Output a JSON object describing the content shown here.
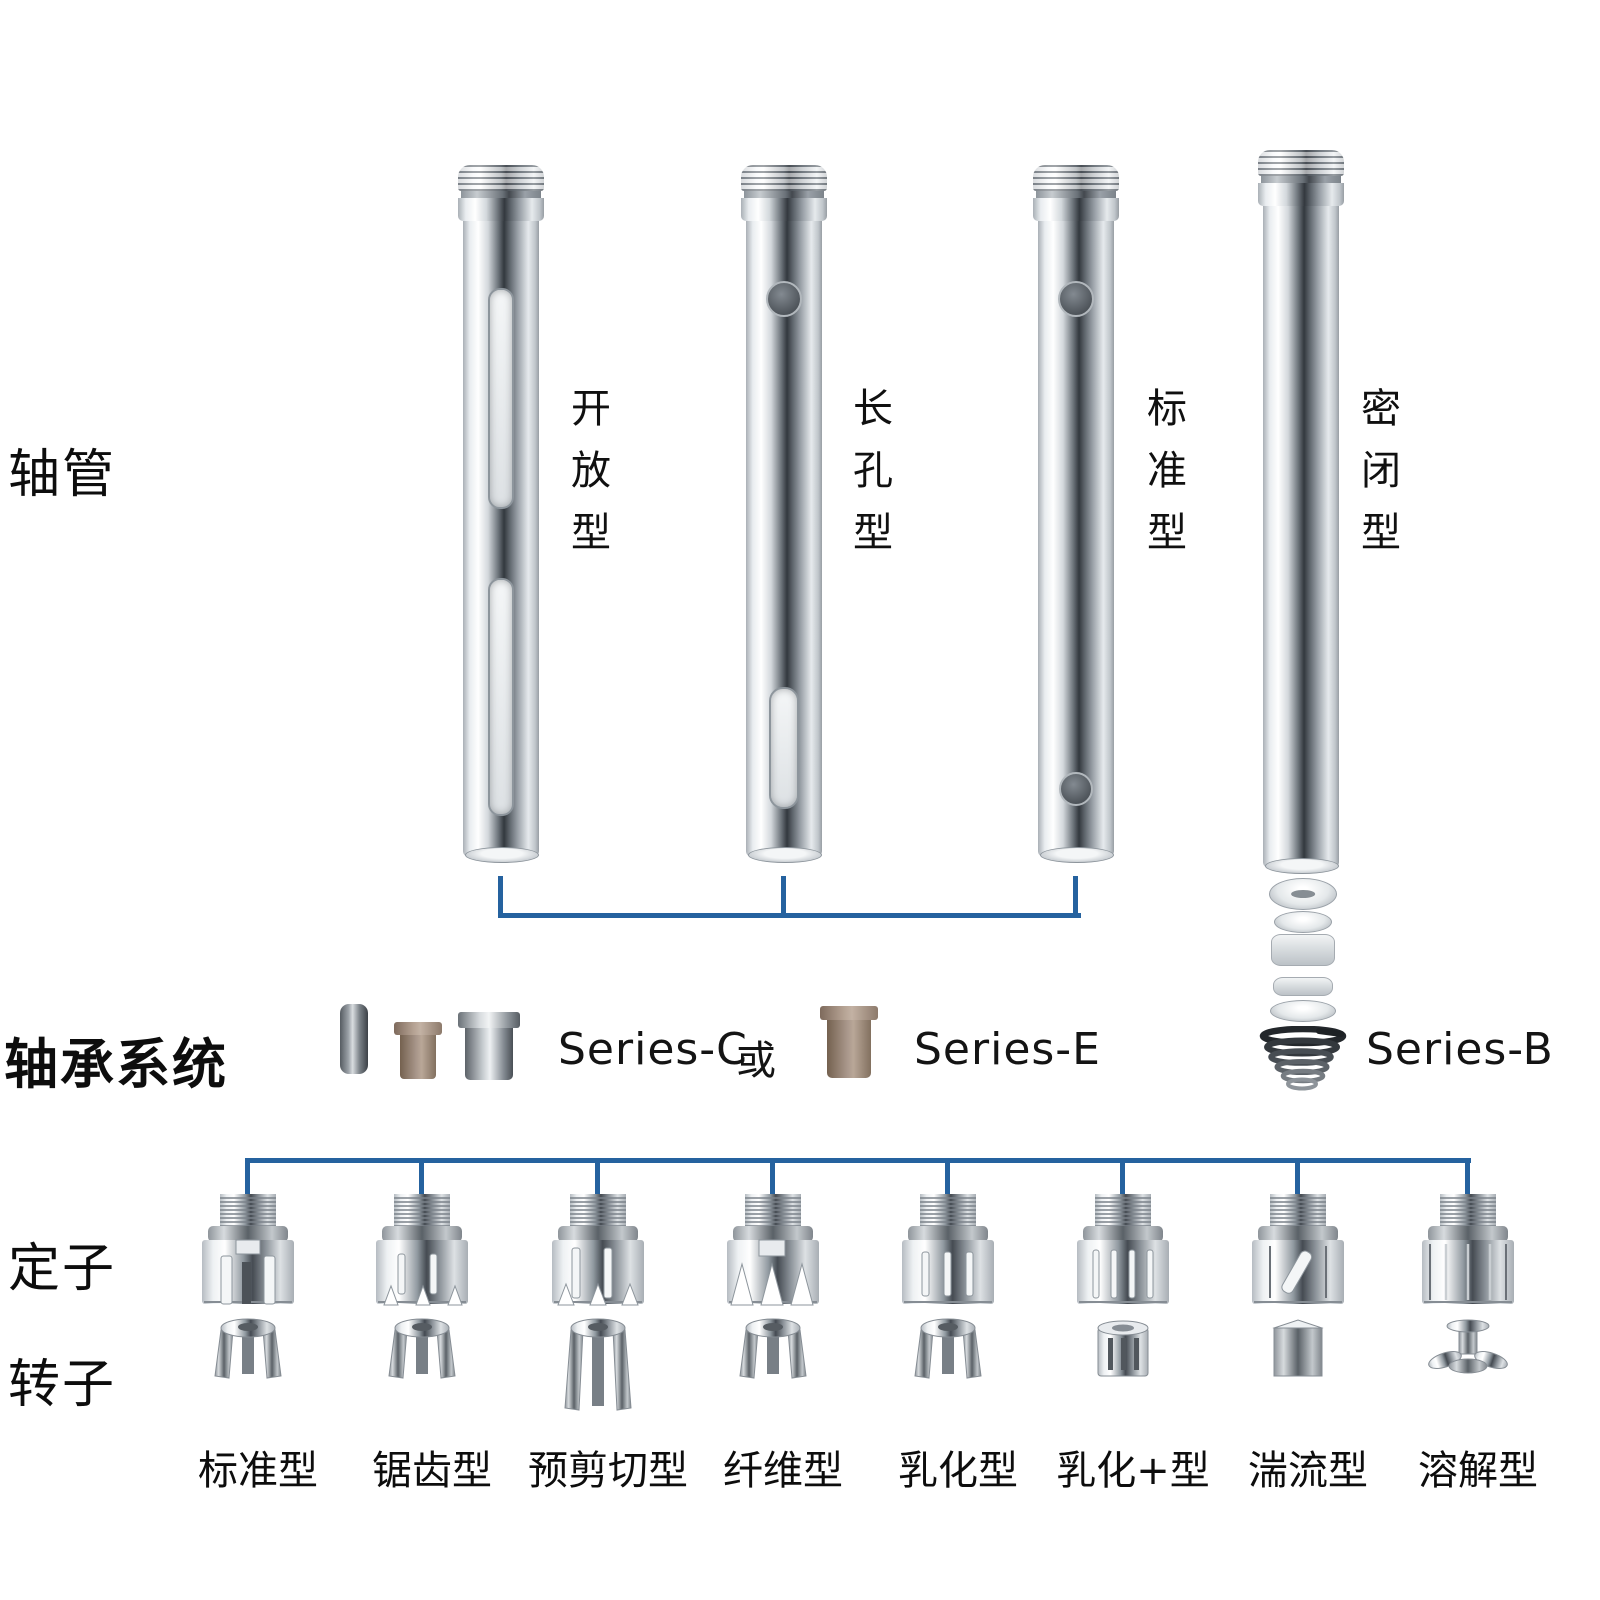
{
  "colors": {
    "bracket_blue": "#25629f",
    "text": "#0d0d0d",
    "bearing_brown": "#a8968a",
    "metal_dark": "#33383e",
    "metal_light": "#f4f6f7"
  },
  "sections": {
    "shaft_tube": {
      "label": "轴管",
      "tubes": [
        {
          "label": "开放型",
          "style": "open-slots"
        },
        {
          "label": "长孔型",
          "style": "long-hole"
        },
        {
          "label": "标准型",
          "style": "standard-holes"
        },
        {
          "label": "密闭型",
          "style": "sealed-plain"
        }
      ]
    },
    "bearing_system": {
      "label": "轴承系统",
      "series_c_label": "Series-C",
      "or_label": "或",
      "series_e_label": "Series-E",
      "series_b_label": "Series-B",
      "parts": [
        "bearing-pin",
        "bushing-brown-small",
        "bushing-silver",
        "bushing-brown-large",
        "seal-ring-stack",
        "conical-spring"
      ]
    },
    "stator_row": {
      "label": "定子"
    },
    "rotor_row": {
      "label": "转子"
    },
    "columns": [
      {
        "label": "标准型",
        "stator": "prong",
        "rotor": "claw"
      },
      {
        "label": "锯齿型",
        "stator": "sawtooth",
        "rotor": "claw"
      },
      {
        "label": "预剪切型",
        "stator": "sawtooth-slot",
        "rotor": "claw-tall"
      },
      {
        "label": "纤维型",
        "stator": "teeth",
        "rotor": "claw"
      },
      {
        "label": "乳化型",
        "stator": "slots",
        "rotor": "claw"
      },
      {
        "label": "乳化+型",
        "stator": "slots-fine",
        "rotor": "crown"
      },
      {
        "label": "湍流型",
        "stator": "spiral",
        "rotor": "cube"
      },
      {
        "label": "溶解型",
        "stator": "solid",
        "rotor": "impeller"
      }
    ]
  }
}
